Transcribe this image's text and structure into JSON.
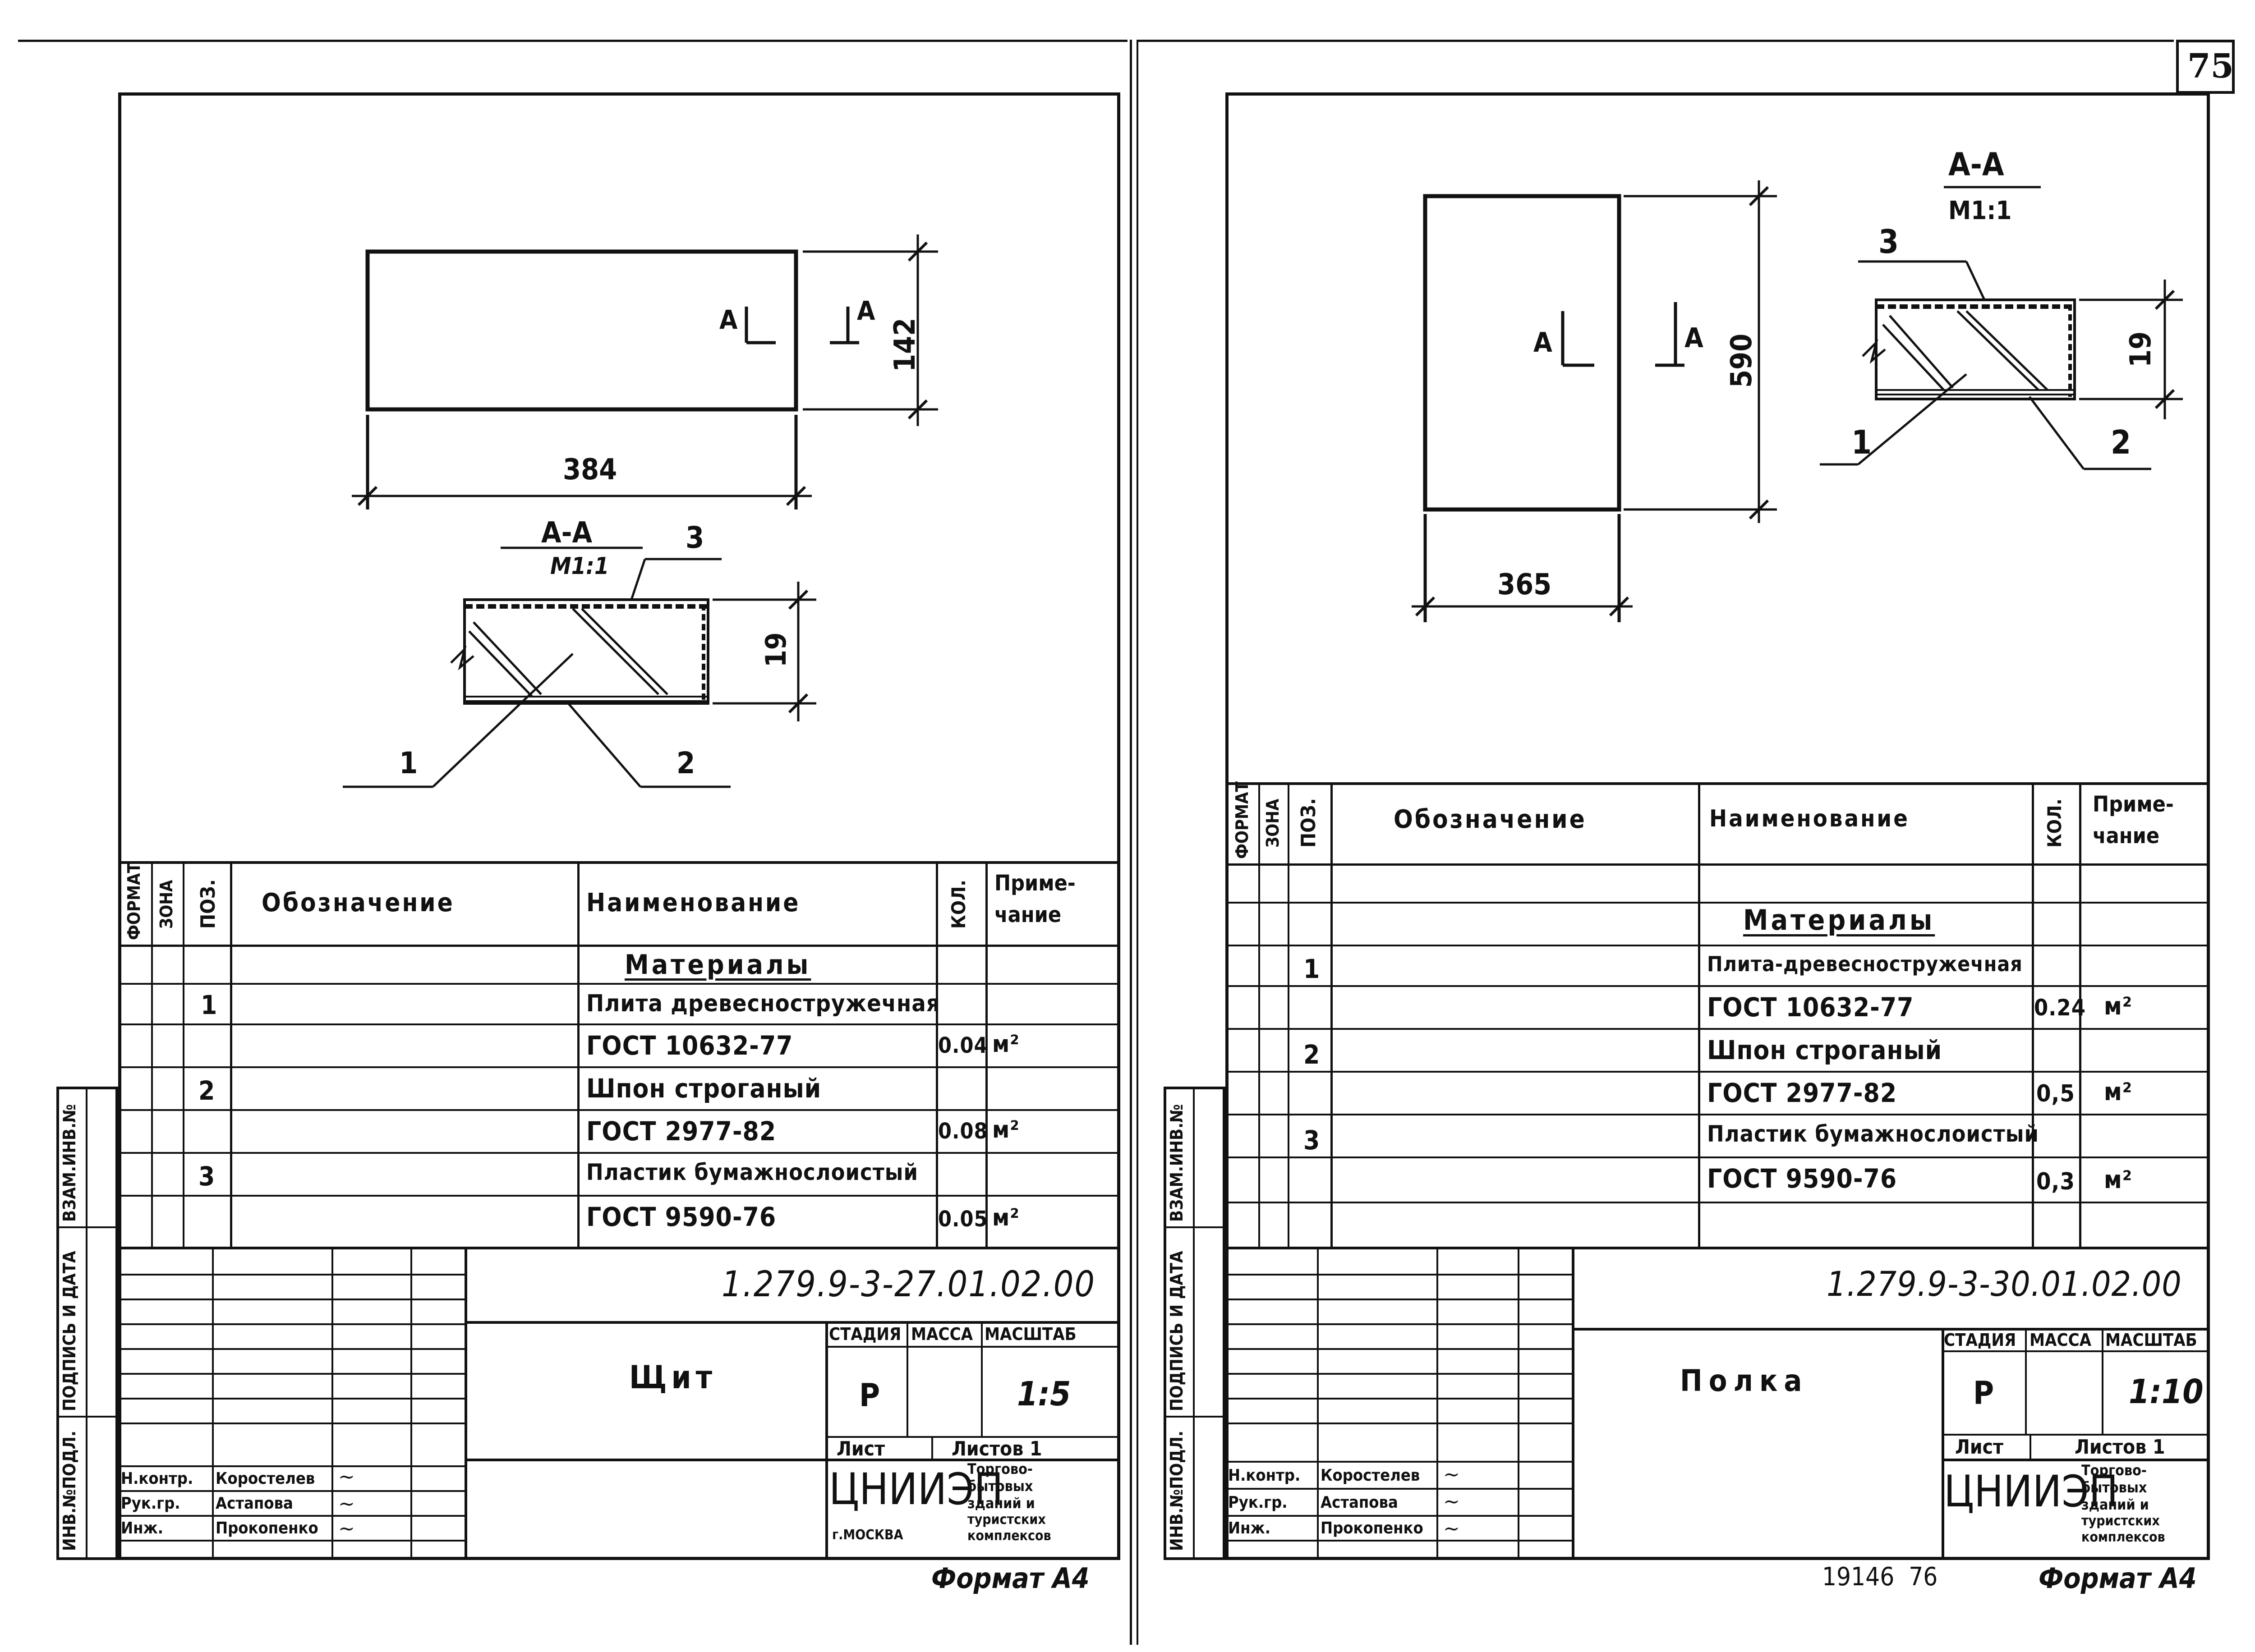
{
  "page_number": "75",
  "sheet_left": {
    "section": {
      "title": "A-A",
      "scale": "M1:1"
    },
    "dims": {
      "width": "384",
      "height": "142",
      "thickness": "19"
    },
    "cut_marks": {
      "left": "A",
      "right": "A"
    },
    "callouts": [
      "1",
      "2",
      "3"
    ],
    "spec_headers": {
      "format": "ФОРМАТ",
      "zone": "ЗОНА",
      "pos": "ПОЗ.",
      "designation": "Обозначение",
      "name": "Наименование",
      "qty": "КОЛ.",
      "note1": "Приме-",
      "note2": "чание"
    },
    "materials_title": "Материалы",
    "rows": [
      {
        "pos": "1",
        "name": "Плита древесностружечная",
        "qty": "",
        "note": ""
      },
      {
        "pos": "",
        "name": "ГОСТ 10632-77",
        "qty": "0.04",
        "note": "м²"
      },
      {
        "pos": "2",
        "name": "Шпон строганый",
        "qty": "",
        "note": ""
      },
      {
        "pos": "",
        "name": "ГОСТ 2977-82",
        "qty": "0.08",
        "note": "м²"
      },
      {
        "pos": "3",
        "name": "Пластик бумажнослоистый",
        "qty": "",
        "note": ""
      },
      {
        "pos": "",
        "name": "ГОСТ 9590-76",
        "qty": "0.05",
        "note": "м²"
      }
    ],
    "doc_code": "1.279.9-3-27.01.02.00",
    "item_name": "Щит",
    "stage_header": "СТАДИЯ",
    "mass_header": "МАССА",
    "scale_header": "МАСШТАБ",
    "stage": "Р",
    "scale": "1:5",
    "sheet_label": "Лист",
    "sheets_label": "Листов 1",
    "org": "ЦНИИЭП",
    "city": "г.МОСКВА",
    "org_desc": [
      "Торгово-",
      "бытовых",
      "зданий и",
      "туристских",
      "комплексов"
    ],
    "roles": [
      {
        "role": "Н.контр.",
        "name": "Коростелев"
      },
      {
        "role": "Рук.гр.",
        "name": "Астапова"
      },
      {
        "role": "Инж.",
        "name": "Прокопенко"
      }
    ],
    "format": "Формат А4",
    "side_labels": [
      "ИНВ.№ПОДЛ.",
      "ПОДПИСЬ И ДАТА",
      "ВЗАМ.ИНВ.№"
    ]
  },
  "sheet_right": {
    "section": {
      "title": "A-A",
      "scale": "M1:1"
    },
    "dims": {
      "width": "365",
      "height": "590",
      "thickness": "19"
    },
    "cut_marks": {
      "left": "A",
      "right": "A"
    },
    "callouts": [
      "1",
      "2",
      "3"
    ],
    "spec_headers": {
      "format": "ФОРМАТ",
      "zone": "ЗОНА",
      "pos": "ПОЗ.",
      "designation": "Обозначение",
      "name": "Наименование",
      "qty": "КОЛ.",
      "note1": "Приме-",
      "note2": "чание"
    },
    "materials_title": "Материалы",
    "rows": [
      {
        "pos": "1",
        "name": "Плита-древесностружечная",
        "qty": "",
        "note": ""
      },
      {
        "pos": "",
        "name": "ГОСТ 10632-77",
        "qty": "0.24",
        "note": "м²"
      },
      {
        "pos": "2",
        "name": "Шпон строганый",
        "qty": "",
        "note": ""
      },
      {
        "pos": "",
        "name": "ГОСТ 2977-82",
        "qty": "0,5",
        "note": "м²"
      },
      {
        "pos": "3",
        "name": "Пластик бумажнослоистый",
        "qty": "",
        "note": ""
      },
      {
        "pos": "",
        "name": "ГОСТ 9590-76",
        "qty": "0,3",
        "note": "м²"
      }
    ],
    "doc_code": "1.279.9-3-30.01.02.00",
    "item_name": "Полка",
    "stage_header": "СТАДИЯ",
    "mass_header": "МАССА",
    "scale_header": "МАСШТАБ",
    "stage": "Р",
    "scale": "1:10",
    "sheet_label": "Лист",
    "sheets_label": "Листов 1",
    "org": "ЦНИИЭП",
    "org_desc": [
      "Торгово-",
      "бытовых",
      "зданий и",
      "туристских",
      "комплексов"
    ],
    "roles": [
      {
        "role": "Н.контр.",
        "name": "Коростелев"
      },
      {
        "role": "Рук.гр.",
        "name": "Астапова"
      },
      {
        "role": "Инж.",
        "name": "Прокопенко"
      }
    ],
    "bottom_number": "19146  76",
    "format": "Формат А4",
    "side_labels": [
      "ИНВ.№ПОДЛ.",
      "ПОДПИСЬ И ДАТА",
      "ВЗАМ.ИНВ.№"
    ]
  }
}
